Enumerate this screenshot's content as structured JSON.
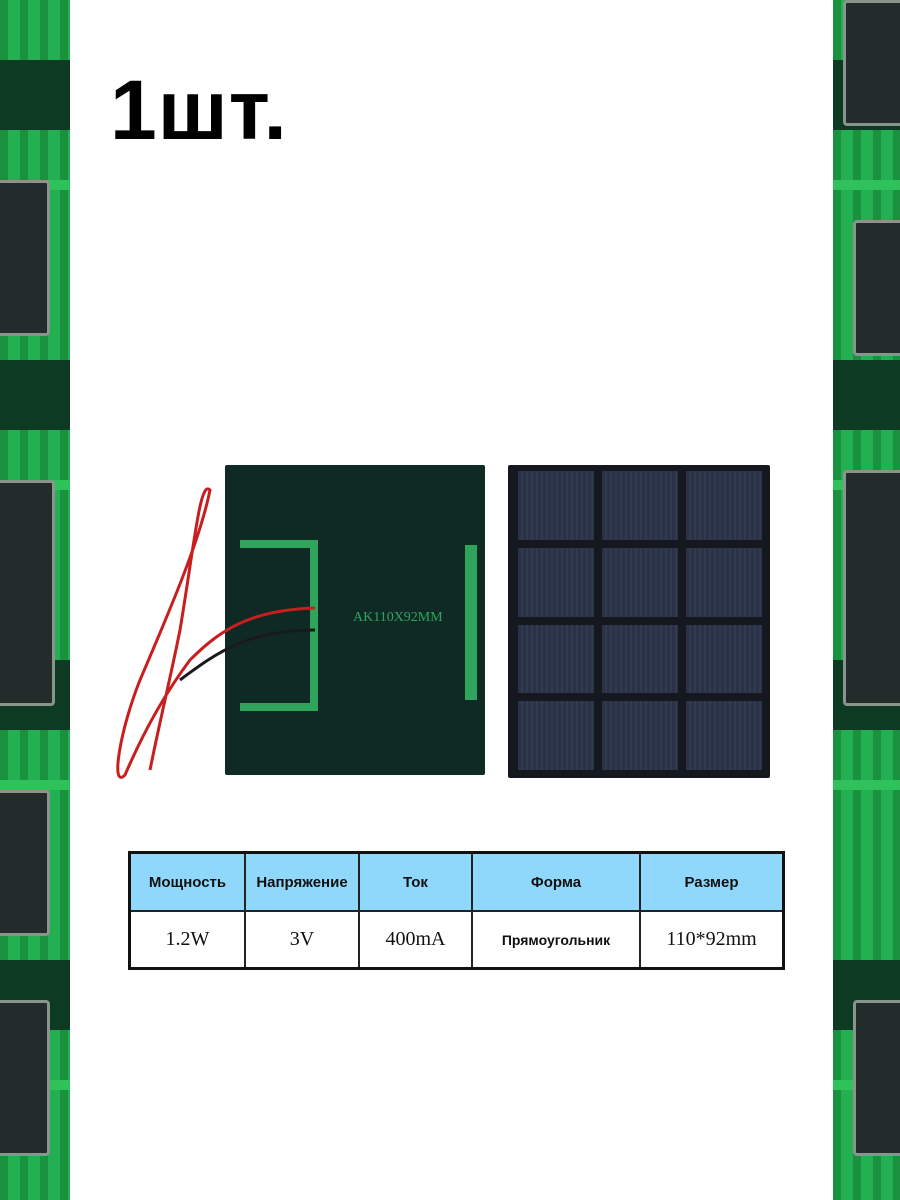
{
  "title": "1шт.",
  "panel_back_label": "AK110X92MM",
  "spec_table": {
    "headers": [
      "Мощность",
      "Напряжение",
      "Ток",
      "Форма",
      "Размер"
    ],
    "values": [
      "1.2W",
      "3V",
      "400mA",
      "Прямоугольник",
      "110*92mm"
    ]
  },
  "colors": {
    "header_bg": "#8fd8fb",
    "pcb_green": "#1fa34a"
  }
}
